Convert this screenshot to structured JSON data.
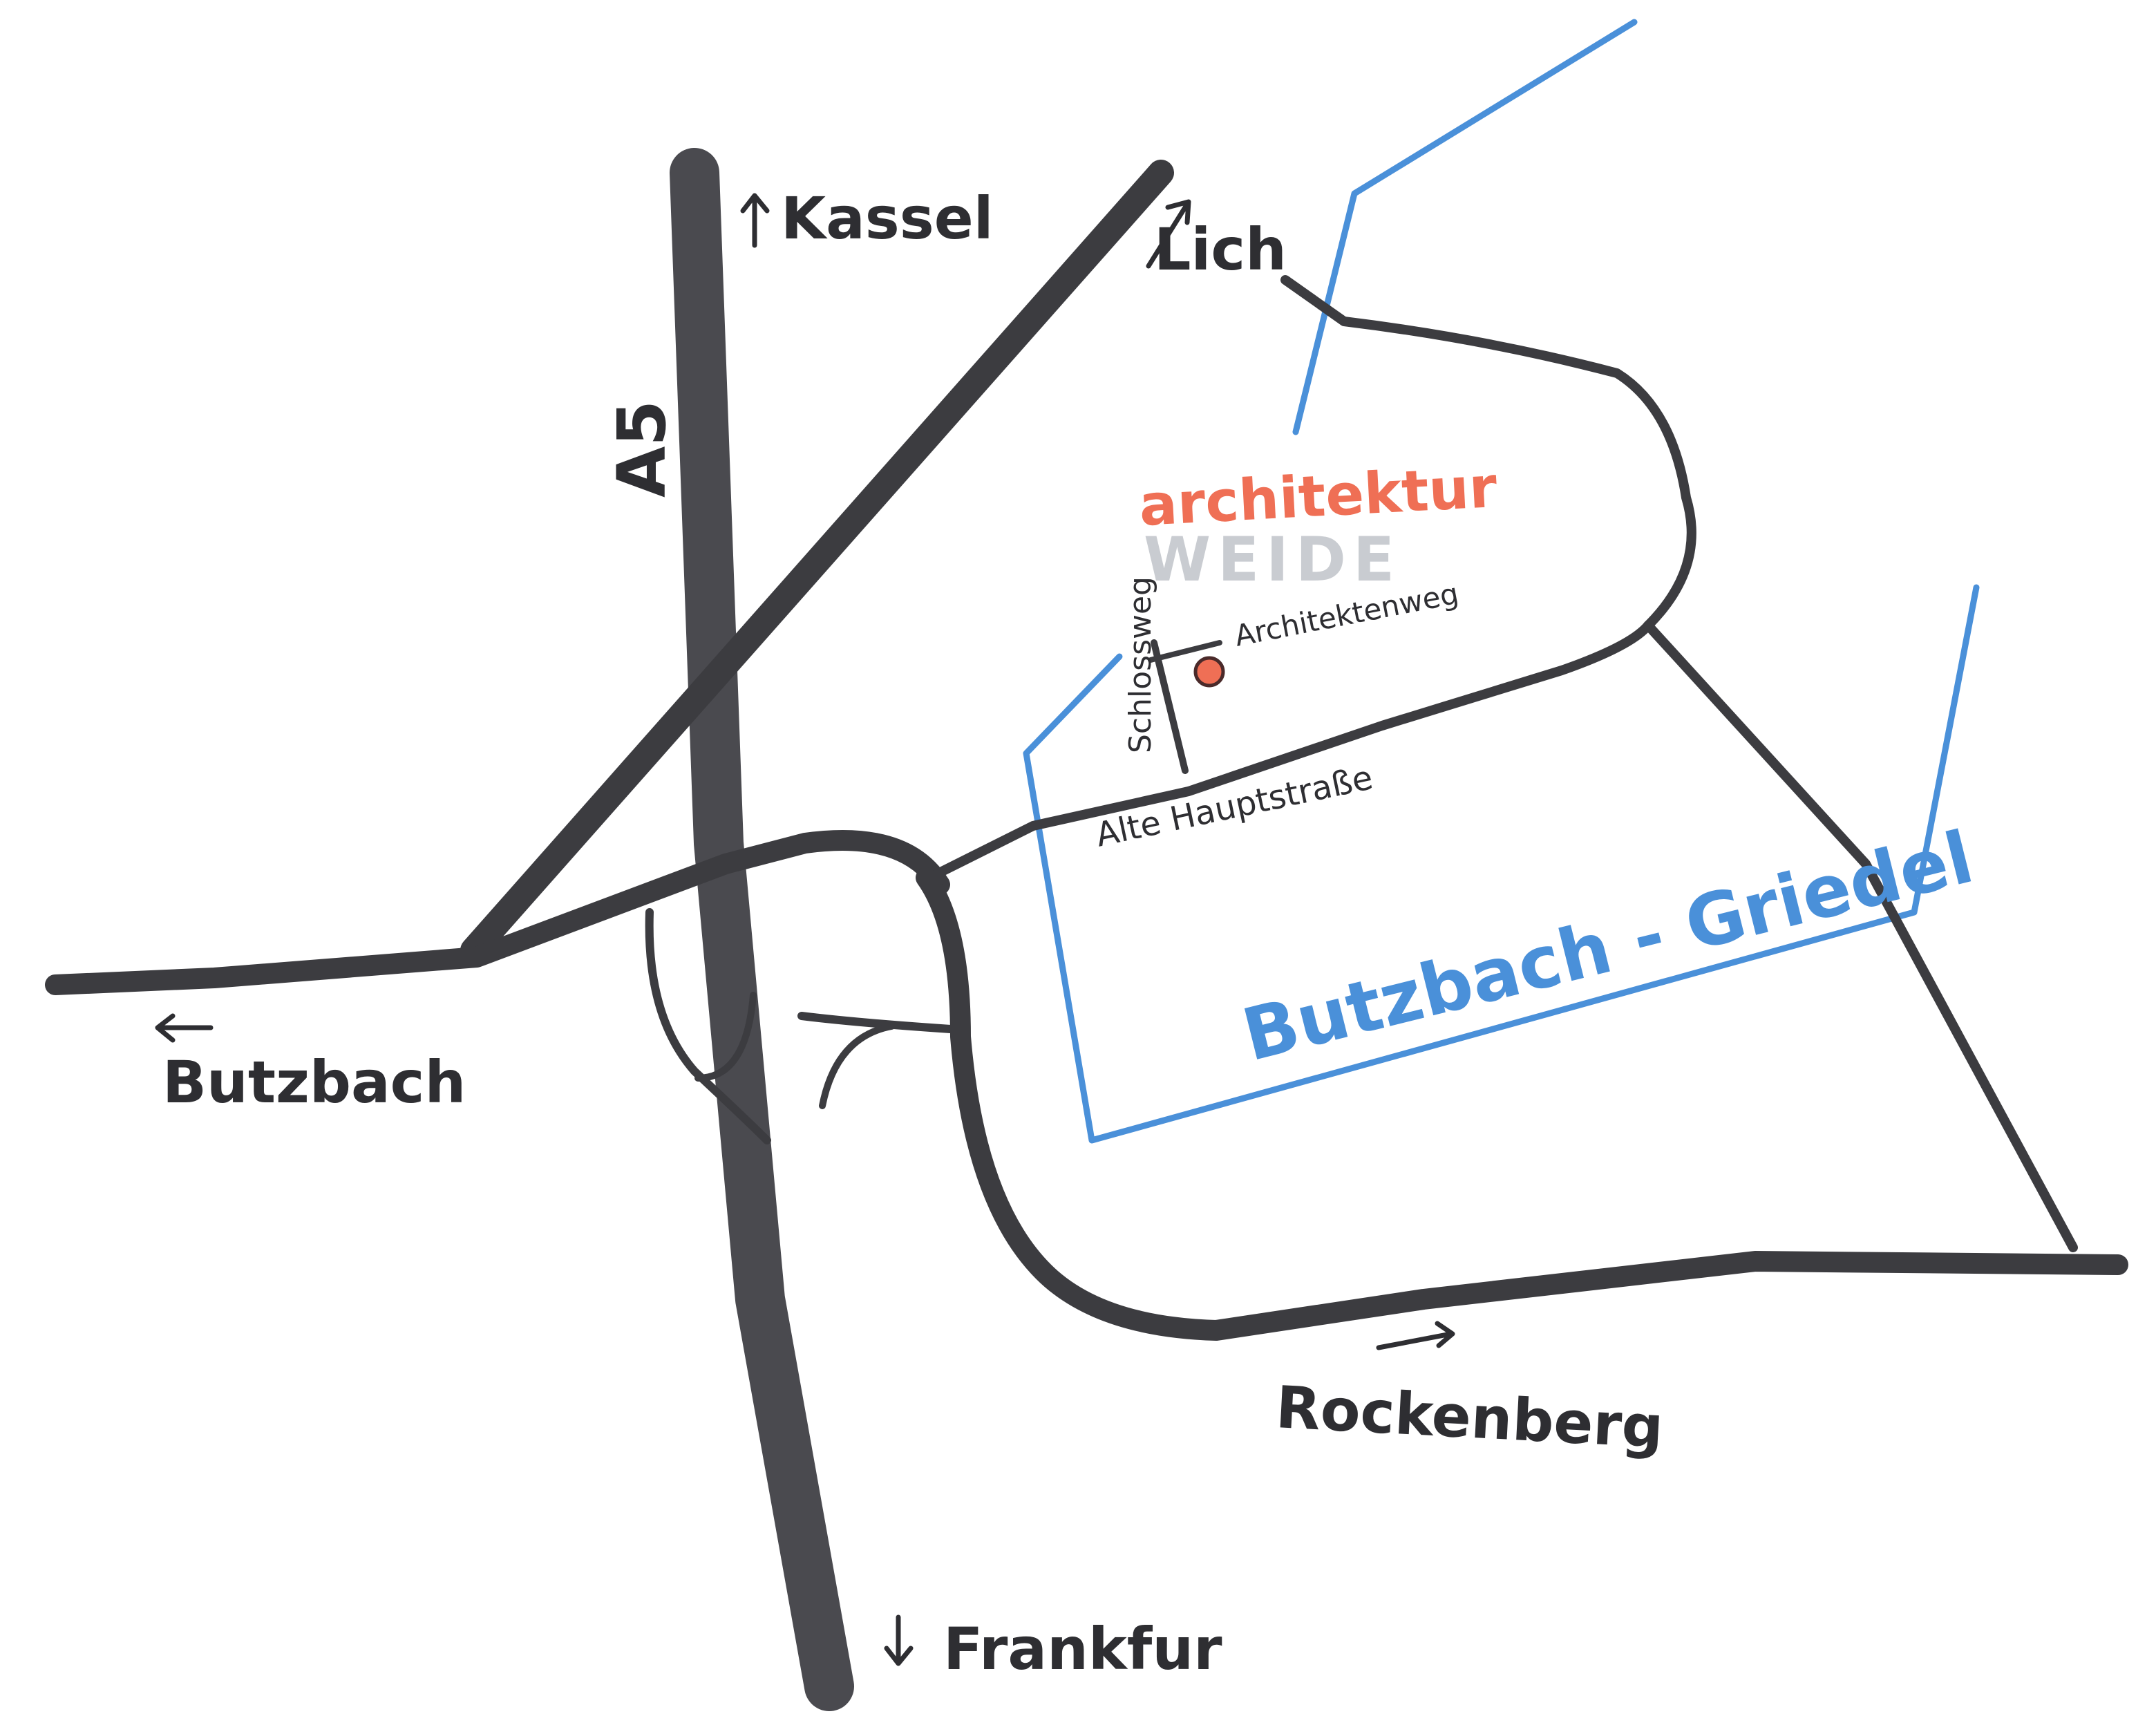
{
  "highway": {
    "name": "A5"
  },
  "directions": {
    "north": "Kassel",
    "south": "Frankfur",
    "west": "Butzbach",
    "northeast": "Lich",
    "east": "Rockenberg"
  },
  "streets": {
    "main": "Alte Hauptstraße",
    "side": "Schlossweg",
    "office": "Architektenweg"
  },
  "town": "Butzbach - Griedel",
  "logo": {
    "line1": "architektur",
    "line2": "WEIDE"
  },
  "colors": {
    "road": "#3c3c40",
    "highway": "#4a4a4f",
    "river": "#4a90d9",
    "logo_red": "#ef6f55",
    "logo_grey": "#c9ccd1",
    "marker": "#ef6f55"
  }
}
